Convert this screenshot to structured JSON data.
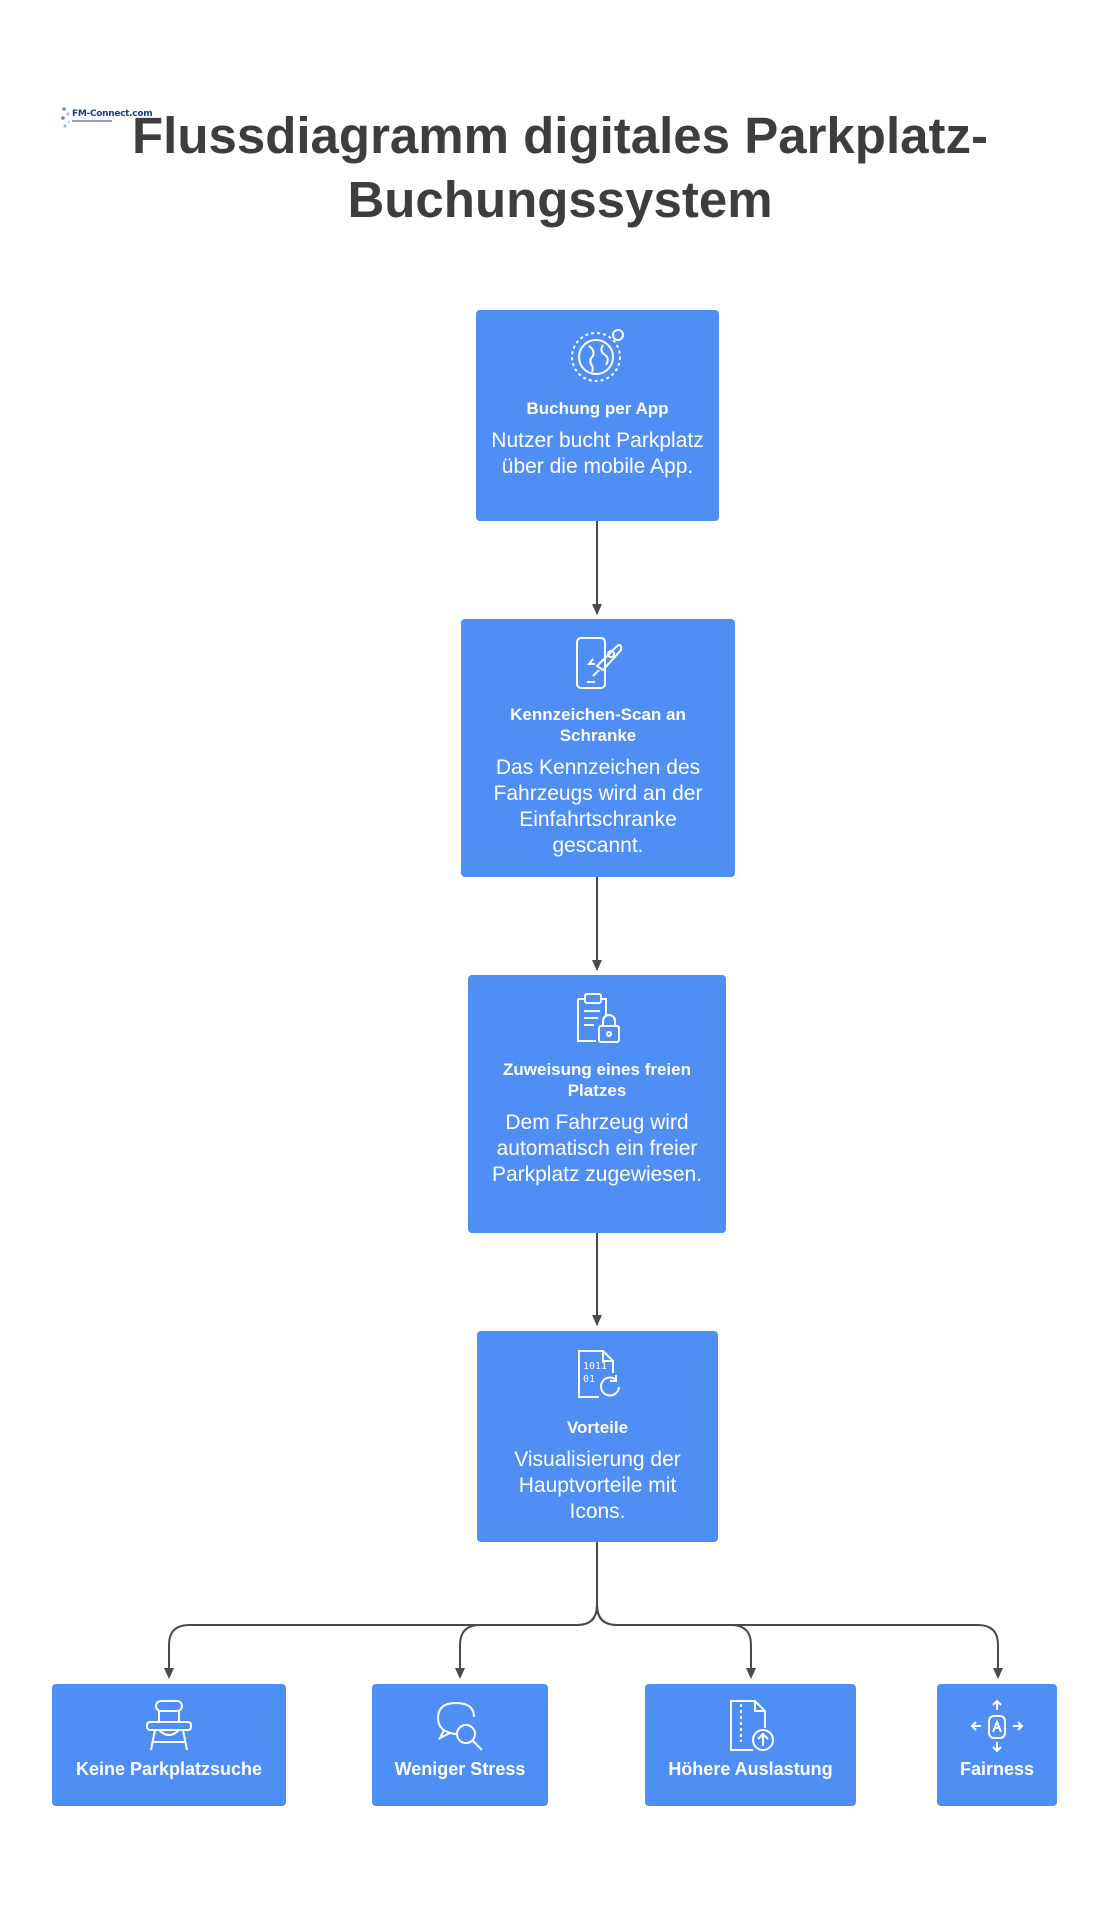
{
  "title": {
    "line1": "Flussdiagramm digitales Parkplatz-",
    "line2": "Buchungssystem"
  },
  "logo": {
    "text": "FM-Connect.com"
  },
  "steps": [
    {
      "title": "Buchung per App",
      "description": "Nutzer bucht Parkplatz über die mobile App.",
      "icon": "globe-icon"
    },
    {
      "title": "Kennzeichen-Scan an Schranke",
      "description": "Das Kennzeichen des Fahrzeugs wird an der Einfahrtschranke gescannt.",
      "icon": "smartphone-rocket-icon"
    },
    {
      "title": "Zuweisung eines freien Platzes",
      "description": "Dem Fahrzeug wird automatisch ein freier Parkplatz zugewiesen.",
      "icon": "clipboard-lock-icon"
    },
    {
      "title": "Vorteile",
      "description": "Visualisierung der Hauptvorteile mit Icons.",
      "icon": "binary-file-refresh-icon"
    }
  ],
  "benefits": [
    {
      "title": "Keine Parkplatzsuche",
      "icon": "highchair-icon"
    },
    {
      "title": "Weniger Stress",
      "icon": "chat-search-icon"
    },
    {
      "title": "Höhere Auslastung",
      "icon": "file-upload-icon"
    },
    {
      "title": "Fairness",
      "icon": "move-arrows-icon"
    }
  ],
  "colors": {
    "node": "#4f8ff5",
    "title": "#3d3d3d",
    "connector": "#4a4a4a"
  }
}
